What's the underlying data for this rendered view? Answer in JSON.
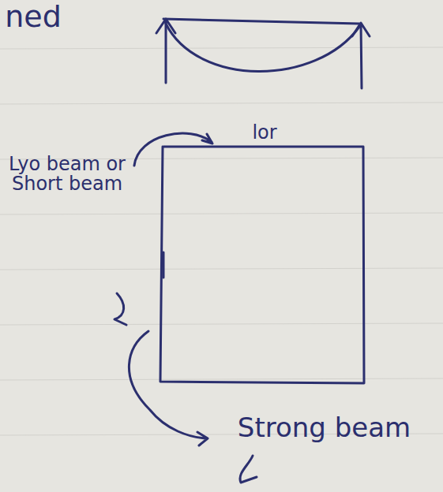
{
  "diagram": {
    "labels": [
      "ned",
      "lor",
      "Lyo beam or Short beam",
      "Strong beam"
    ]
  }
}
